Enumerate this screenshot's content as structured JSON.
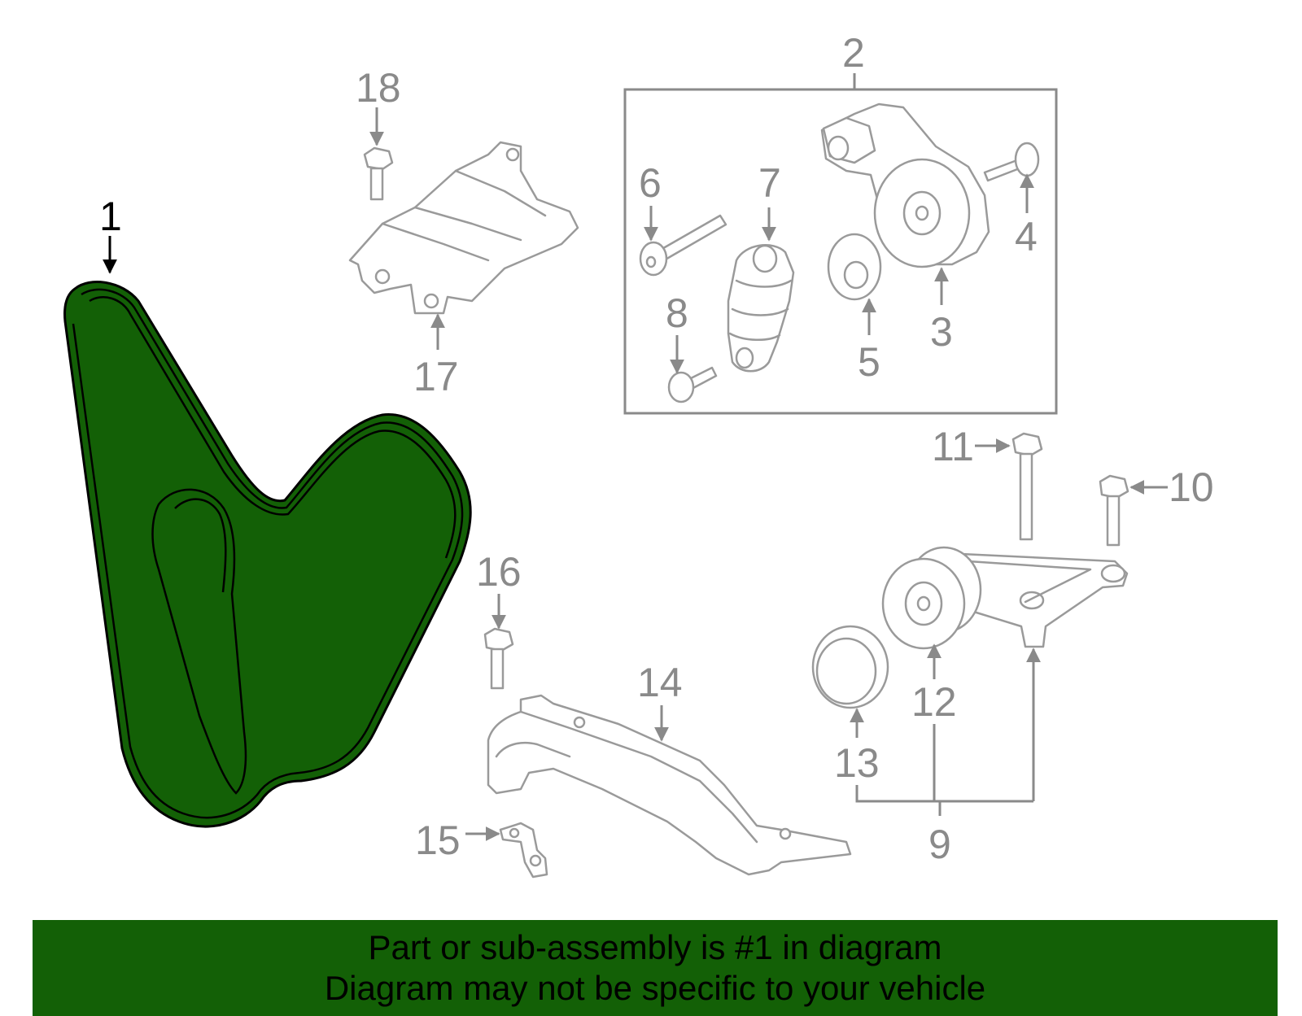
{
  "diagram": {
    "highlight_color": "#136006",
    "callouts": [
      "1",
      "2",
      "3",
      "4",
      "5",
      "6",
      "7",
      "8",
      "9",
      "10",
      "11",
      "12",
      "13",
      "14",
      "15",
      "16",
      "17",
      "18"
    ],
    "highlighted_part": "1"
  },
  "banner": {
    "line1": "Part or sub-assembly is #1 in diagram",
    "line2": "Diagram may not be specific to your vehicle",
    "background": "#136006"
  }
}
